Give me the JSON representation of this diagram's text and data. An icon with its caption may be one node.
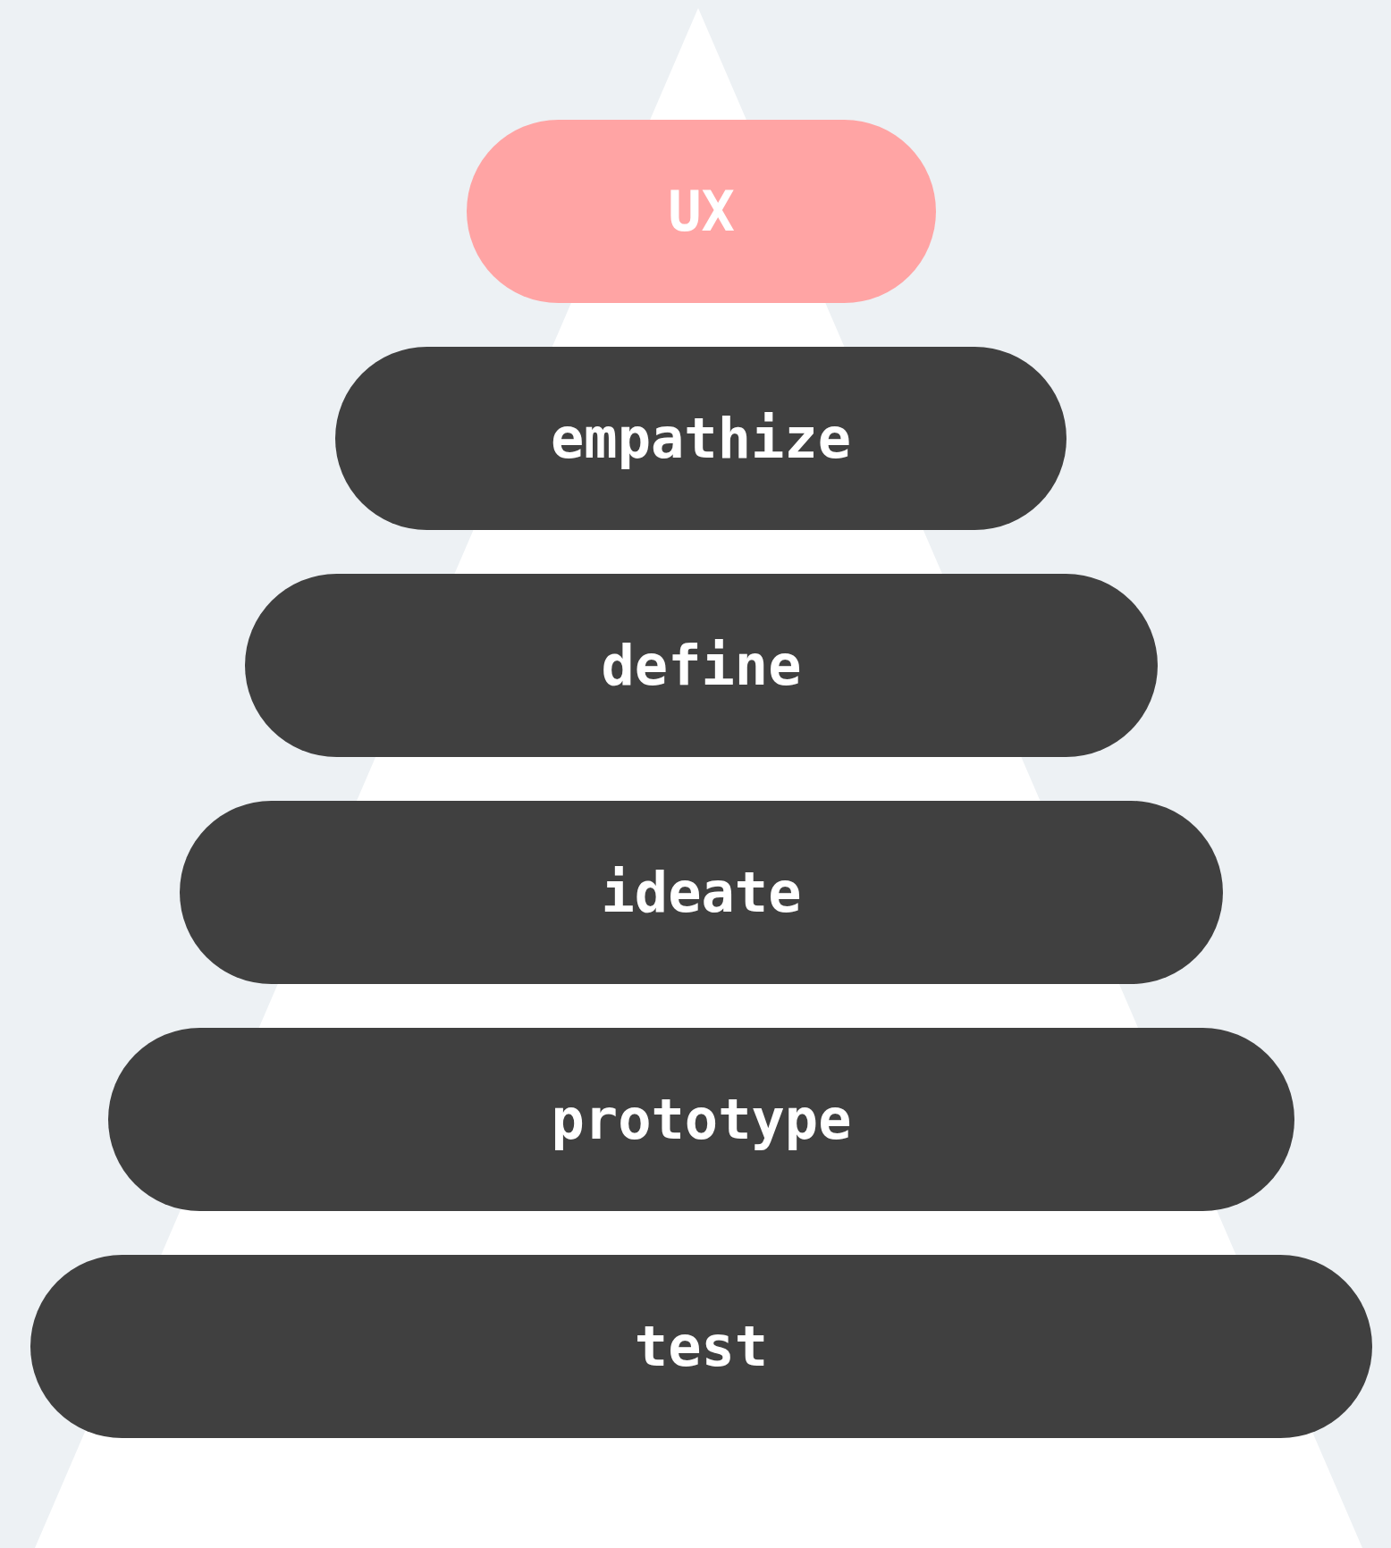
{
  "diagram": {
    "nodes": [
      {
        "text": [
          "UX"
        ]
      },
      {
        "text": [
          "empathize"
        ]
      },
      {
        "text": [
          "define"
        ]
      },
      {
        "text": [
          "ideate"
        ]
      },
      {
        "text": [
          "prototype"
        ]
      },
      {
        "text": [
          "test"
        ]
      }
    ]
  }
}
